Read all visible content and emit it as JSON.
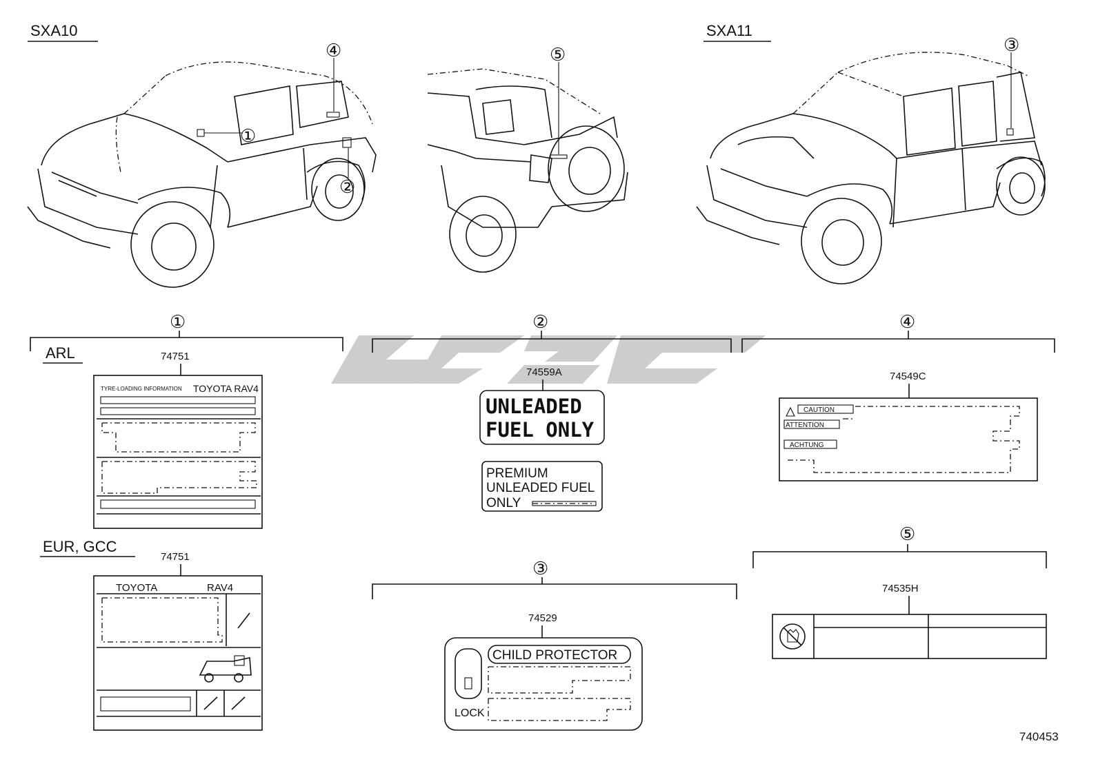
{
  "headers": {
    "model_a": "SXA10",
    "model_b": "SXA11"
  },
  "callouts": [
    "①",
    "②",
    "③",
    "④",
    "⑤"
  ],
  "groups": {
    "g1": {
      "callout": "①",
      "arl_label": "ARL",
      "eur_label": "EUR, GCC",
      "arl_part": "74751",
      "eur_part": "74751"
    },
    "g2": {
      "callout": "②",
      "part": "74559A"
    },
    "g3": {
      "callout": "③",
      "part": "74529"
    },
    "g4": {
      "callout": "④",
      "part": "74549C"
    },
    "g5": {
      "callout": "⑤",
      "part": "74535H"
    }
  },
  "labels": {
    "tyre_title": "TYRE-LOADING INFORMATION",
    "tyre_brand": "TOYOTA  RAV4",
    "eur_brand": "TOYOTA",
    "eur_model": "RAV4",
    "fuel_line1": "UNLEADED",
    "fuel_line2": "FUEL ONLY",
    "premium_line1": "PREMIUM",
    "premium_line2": "UNLEADED FUEL",
    "premium_line3": "ONLY",
    "child_protector": "CHILD PROTECTOR",
    "lock": "LOCK",
    "caution": "CAUTION",
    "attention": "ATTENTION",
    "achtung": "ACHTUNG"
  },
  "diagram_id": "740453",
  "colors": {
    "ink": "#111111",
    "watermark": "#c8c8c8"
  }
}
